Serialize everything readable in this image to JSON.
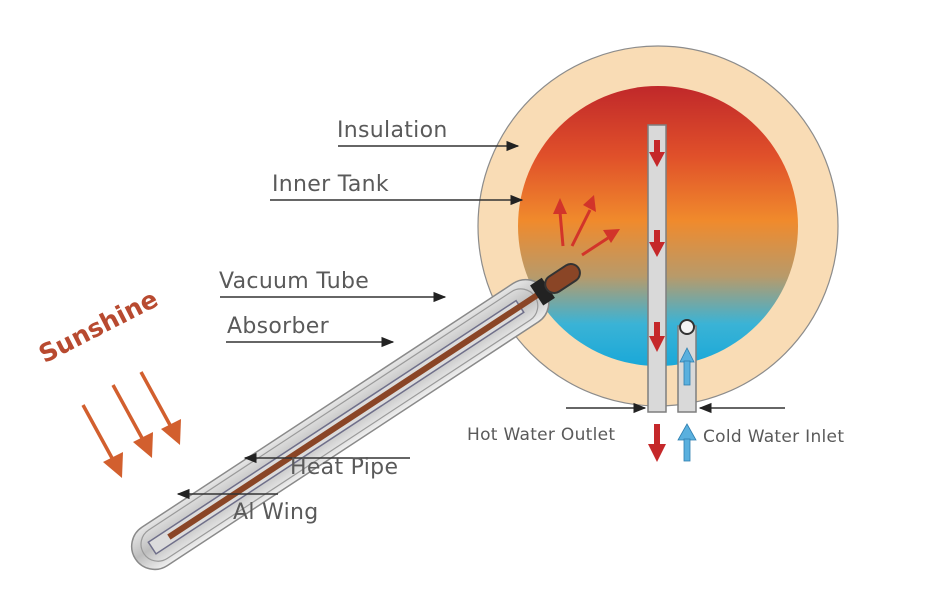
{
  "labels": {
    "insulation": "Insulation",
    "inner_tank": "Inner Tank",
    "vacuum_tube": "Vacuum Tube",
    "absorber": "Absorber",
    "heat_pipe": "Heat Pipe",
    "al_wing": "Al Wing",
    "hot_water_outlet": "Hot Water Outlet",
    "cold_water_inlet": "Cold Water Inlet",
    "sunshine": "Sunshine"
  },
  "colors": {
    "insulation": "#f9dcb5",
    "tank_top": "#c8302a",
    "tank_middle": "#ee7a2a",
    "tank_bottom": "#2ab3d8",
    "hot_arrow": "#c5282a",
    "cold_arrow": "#5ab0de",
    "sun_arrow": "#d25f2e",
    "sunshine_text": "#b84a30",
    "heat_pipe": "#8a4526",
    "label_text": "#5a5a5a"
  }
}
